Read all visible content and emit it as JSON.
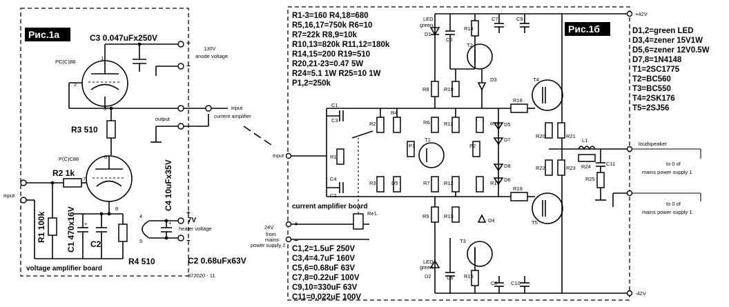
{
  "board1": {
    "title": "Рис.1а",
    "c3": "C3 0.047uFx250V",
    "pc1": "PC(C)88",
    "pc2": "P(C)C88",
    "anode1": "130V",
    "anode2": "anode voltage",
    "output": "output",
    "r3": "R3 510",
    "r2": "R2 1k",
    "input": "input",
    "r1": "R1 100k",
    "c1": "C1 470x16V",
    "c2": "C2",
    "r4": "R4 510",
    "c4": "C4 10uFx35V",
    "heater_v": "7V",
    "heater_label": "heater voltage",
    "c2b": "C2 0.68uFx63V",
    "board_name": "voltage amplifier board",
    "code": "972020 - 11",
    "pins": [
      "1",
      "2",
      "3",
      "6",
      "7",
      "8",
      "4",
      "5"
    ]
  },
  "link": {
    "input": "input",
    "amp": "current amplifier"
  },
  "board2": {
    "title": "Рис.1б",
    "parts": [
      "R1-3=160  R4,18=680",
      "R5,16,17=750k  R6=10",
      "R7=22k  R8,9=10k",
      "R10,13=820k  R11,12=180k",
      "R14,15=200  R19=510",
      "R20,21-23=0.47 5W",
      "R24=5.1 1W R25=10 1W",
      "P1,2=250k"
    ],
    "caps": [
      "C1,2=1.5uF 250V",
      "C3,4=4.7uF 160V",
      "C5,6=0.68uF 63V",
      "C7,8=0.22uF 100V",
      "C9,10=330uF 63V",
      "C11=0.022uF 100V"
    ],
    "semis": [
      "D1,2=green LED",
      "D3,4=zener 15V1W",
      "D5,6=zener 12V0.5W",
      "D7,8=1N4148",
      "T1=2SC1775",
      "T2=BC560",
      "T3=BC550",
      "T4=2SK176",
      "T5=2SJ56"
    ],
    "vplus": "+42V",
    "vminus": "-42V",
    "input": "input",
    "board_name": "current amplifier board",
    "v24": "24V",
    "from": "from",
    "mains": "mains",
    "ps2": "power supply 2",
    "loudspeaker": "loudspeaker",
    "to0a": "to 0 of",
    "mainsa": "mains power supply 1",
    "to0b": "to 0 of",
    "mainsb": "mains power supply 1",
    "led": "LED",
    "green": "green",
    "rel": "Re1."
  }
}
